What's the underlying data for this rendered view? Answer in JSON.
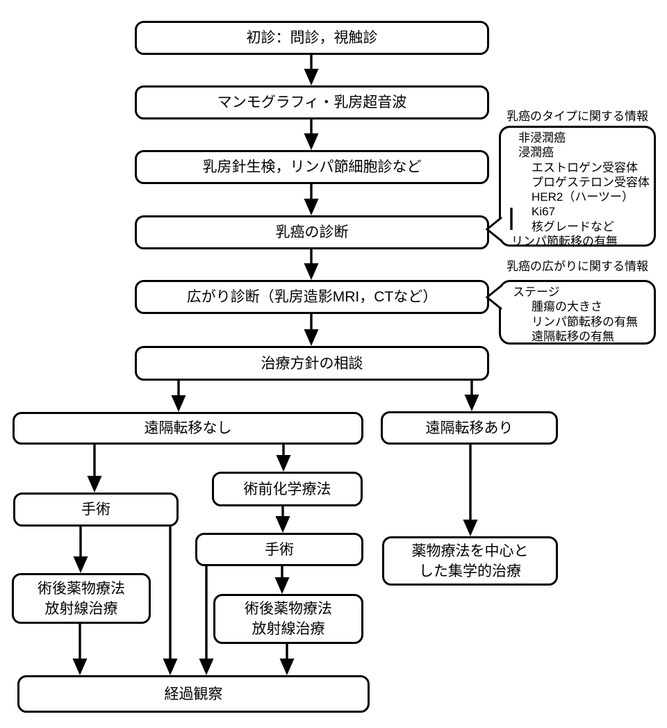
{
  "nodes": {
    "first_visit": "初診：問診，視触診",
    "imaging": "マンモグラフィ・乳房超音波",
    "needle_biopsy": "乳房針生検，リンパ節細胞診など",
    "cancer_diagnosis": "乳癌の診断",
    "spread_diagnosis": "広がり診断（乳房造影MRI，CTなど）",
    "treatment_consultation": "治療方針の相談",
    "no_distant_metastasis": "遠隔転移なし",
    "distant_metastasis": "遠隔転移あり",
    "preoperative_chemotherapy": "術前化学療法",
    "surgery_primary": "手術",
    "surgery_after_chemo": "手術",
    "postop_therapy_left": "術後薬物療法\n放射線治療",
    "postop_therapy_right": "術後薬物療法\n放射線治療",
    "multidisciplinary_treatment": "薬物療法を中心と\nした集学的治療",
    "follow_up": "経過観察"
  },
  "callout_type": {
    "title": "乳癌のタイプに関する情報",
    "lines": [
      {
        "text": "非浸潤癌"
      },
      {
        "text": "浸潤癌"
      },
      {
        "text": "エストロゲン受容体"
      },
      {
        "text": "プロゲステロン受容体"
      },
      {
        "text": "HER2（ハーツー）"
      },
      {
        "text": "Ki67"
      },
      {
        "text": "核グレードなど"
      },
      {
        "text": "リンパ節転移の有無"
      }
    ]
  },
  "callout_spread": {
    "title": "乳癌の広がりに関する情報",
    "lines": [
      {
        "text": "ステージ"
      },
      {
        "text": "腫瘍の大きさ"
      },
      {
        "text": "リンパ節転移の有無"
      },
      {
        "text": "遠隔転移の有無"
      }
    ]
  }
}
